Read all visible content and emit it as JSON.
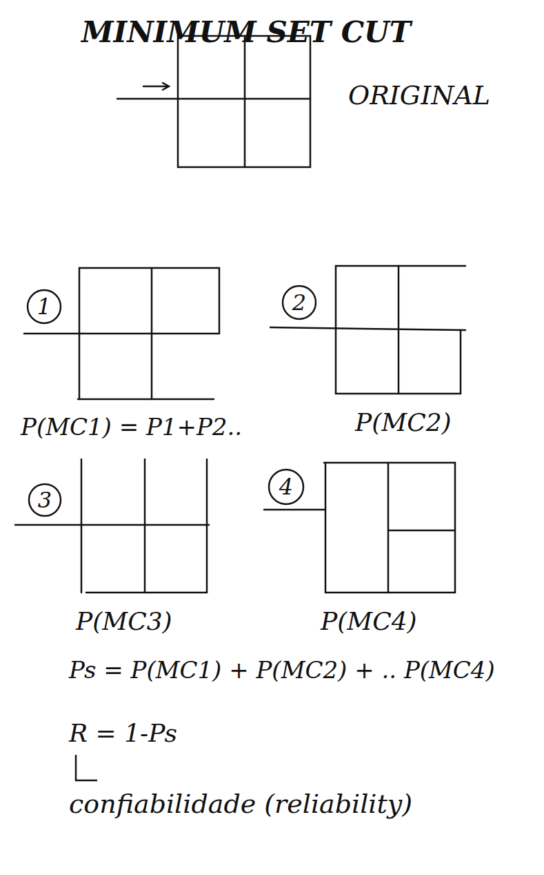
{
  "diagram": {
    "title": "MINIMUM SET CUT",
    "nodes": [
      {
        "text": [
          "1"
        ]
      },
      {
        "text": [
          "2"
        ]
      },
      {
        "text": [
          "3"
        ]
      },
      {
        "text": [
          "4"
        ]
      }
    ],
    "labels": [
      "ORIGINAL",
      "P(MC1) = P1+P2..",
      "P(MC2)",
      "P(MC3)",
      "P(MC4)",
      "Ps = P(MC1) + P(MC2) + .. P(MC4)",
      "R = 1-Ps",
      "confiabilidade (reliability)"
    ]
  }
}
